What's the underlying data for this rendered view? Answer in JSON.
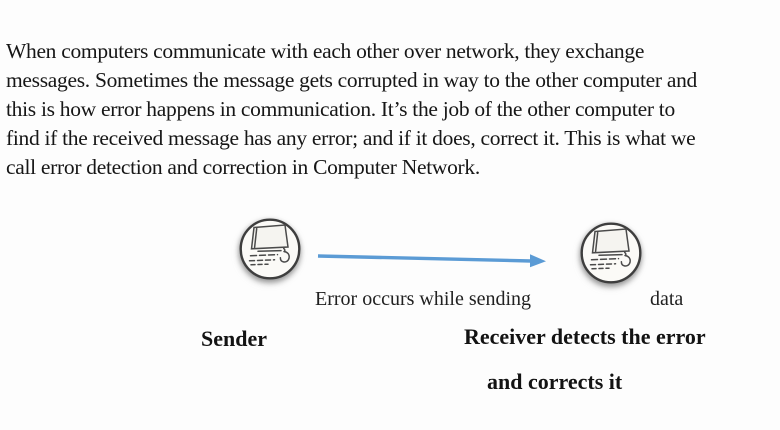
{
  "paragraph": {
    "lines": [
      "When computers communicate with each other over network, they exchange",
      "messages. Sometimes the message gets corrupted in way to the other computer and",
      "this is how error happens in communication. It’s the job of the other computer to",
      "find if the received message has any error; and if it does, correct it. This is what we",
      "call error detection and correction in Computer Network."
    ]
  },
  "diagram": {
    "arrow_color": "#5b9bd5",
    "caption_left": "Error occurs while sending",
    "caption_right": "data",
    "sender_label": "Sender",
    "receiver_label_line1": "Receiver detects the error",
    "receiver_label_line2": "and corrects it",
    "icons": {
      "sender": "computer-icon",
      "receiver": "computer-icon"
    }
  },
  "colors": {
    "background": "#fdfdfd",
    "body_text": "#161616",
    "icon_stroke": "#3e3e3e",
    "icon_fill": "#fbfaf7"
  }
}
